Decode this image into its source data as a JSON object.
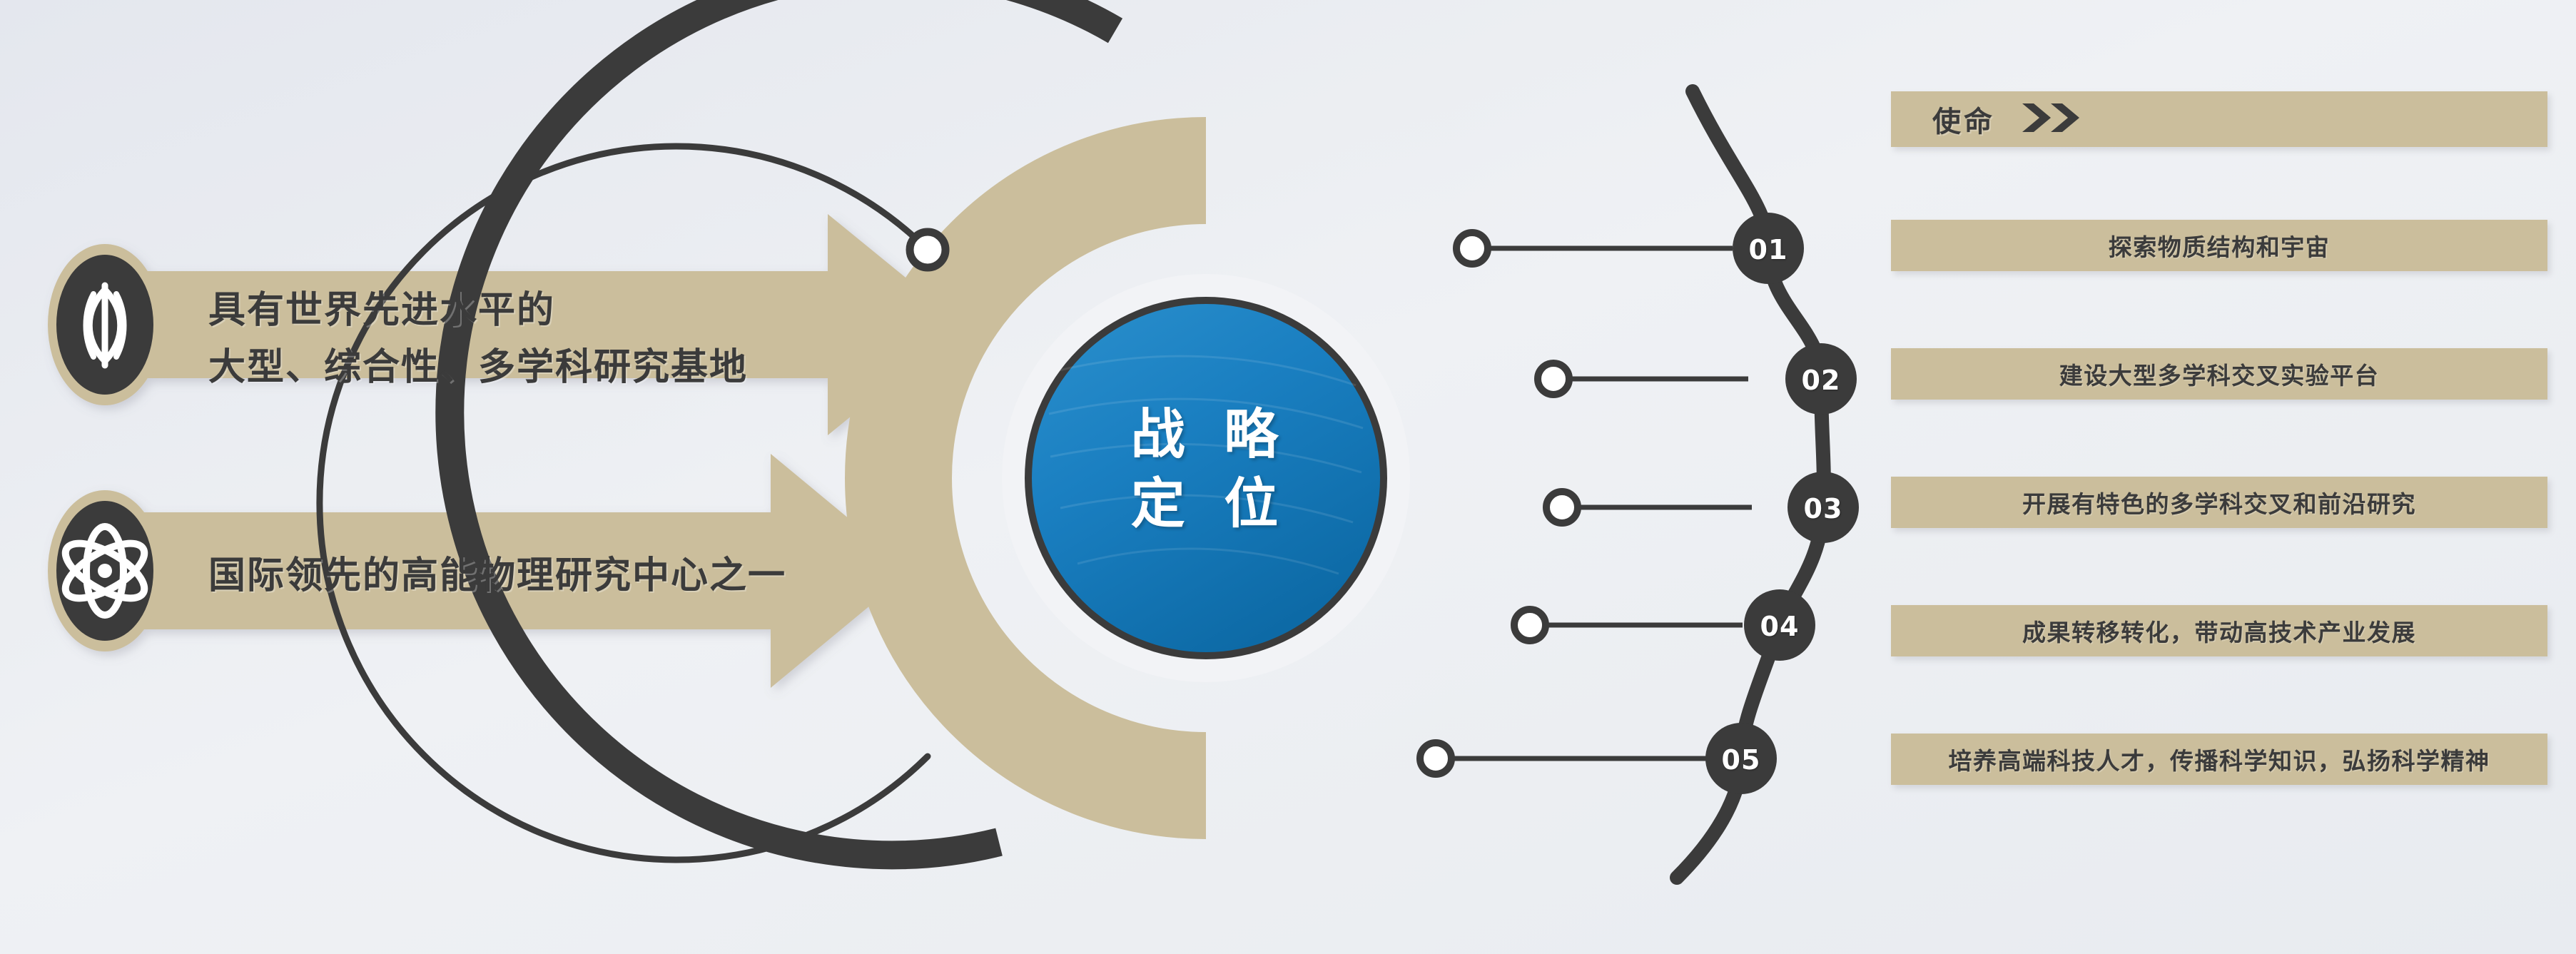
{
  "theme": {
    "tan": "#cbbe9c",
    "dark": "#3b3b3b",
    "blue": "#1878be",
    "blue_dark": "#0f6aa8",
    "background": "#eef0f3",
    "white": "#ffffff"
  },
  "center": {
    "label_line1": "战 略",
    "label_line2": "定 位",
    "full_label": "战略定位"
  },
  "left_banners": [
    {
      "icon": "lens-icon",
      "line1": "具有世界先进水平的",
      "line2": "大型、综合性、多学科研究基地"
    },
    {
      "icon": "atom-icon",
      "line1": "国际领先的高能物理研究中心之一",
      "line2": ""
    }
  ],
  "mission": {
    "header_label": "使命",
    "header_icon": "double-chevron-right-icon",
    "items": [
      {
        "number": "01",
        "text": "探索物质结构和宇宙"
      },
      {
        "number": "02",
        "text": "建设大型多学科交叉实验平台"
      },
      {
        "number": "03",
        "text": "开展有特色的多学科交叉和前沿研究"
      },
      {
        "number": "04",
        "text": "成果转移转化，带动高技术产业发展"
      },
      {
        "number": "05",
        "text": "培养高端科技人才，传播科学知识，弘扬科学精神"
      }
    ]
  }
}
